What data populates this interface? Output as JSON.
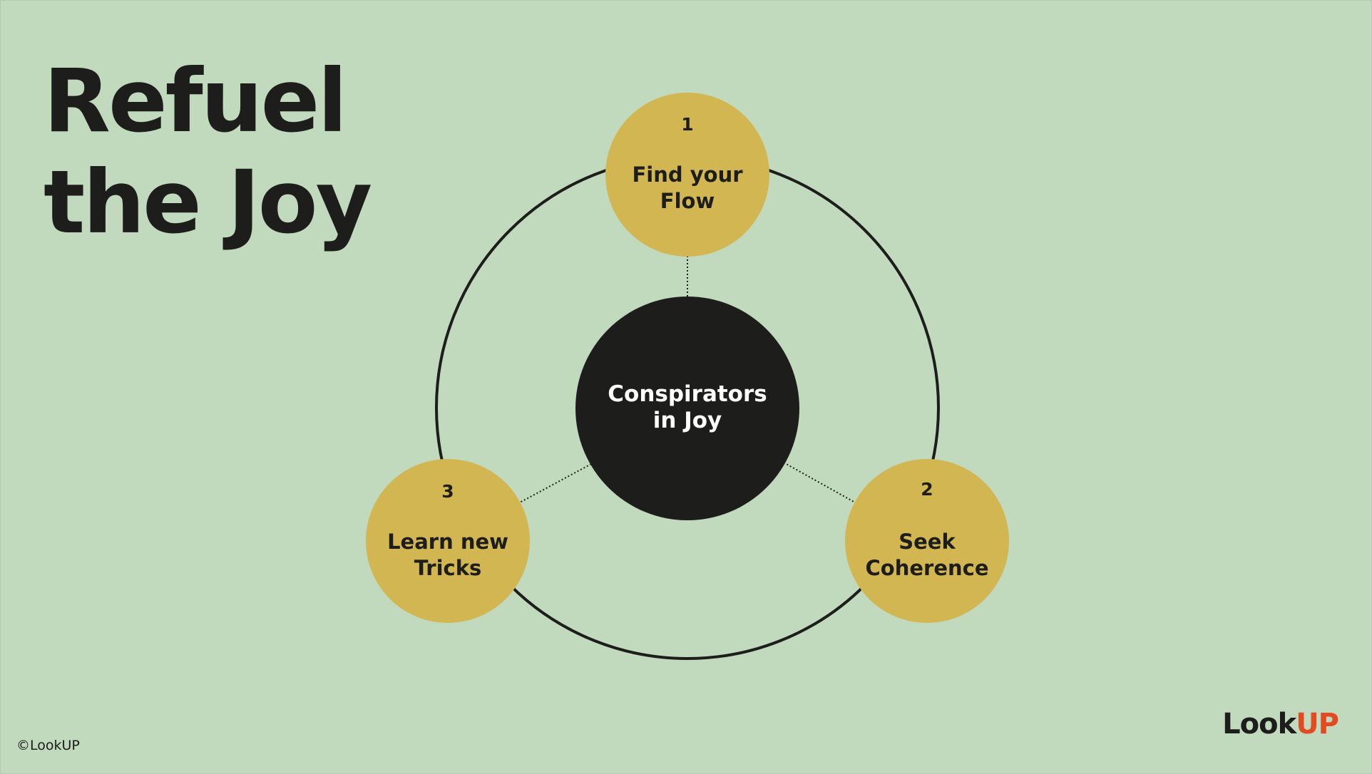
{
  "slide": {
    "title_line1": "Refuel",
    "title_line2": "the Joy",
    "copyright": "©LookUP",
    "logo_part1": "Look",
    "logo_part2": "UP"
  },
  "diagram": {
    "center": {
      "line1": "Conspirators",
      "line2": "in Joy"
    },
    "nodes": [
      {
        "number": "1",
        "line1": "Find your",
        "line2": "Flow"
      },
      {
        "number": "2",
        "line1": "Seek",
        "line2": "Coherence"
      },
      {
        "number": "3",
        "line1": "Learn new",
        "line2": "Tricks"
      }
    ]
  },
  "colors": {
    "background": "#c1d9bd",
    "node_fill": "#d2b651",
    "center_fill": "#1d1d1b",
    "text_dark": "#1d1d1b",
    "text_light": "#ffffff",
    "logo_accent": "#e24a22"
  }
}
